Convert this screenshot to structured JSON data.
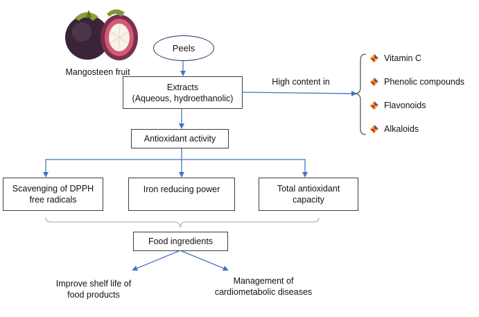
{
  "fruit": {
    "label": "Mangosteen fruit"
  },
  "nodes": {
    "peels": "Peels",
    "extracts_line1": "Extracts",
    "extracts_line2": "(Aqueous, hydroethanolic)",
    "high_content": "High content in",
    "antioxidant": "Antioxidant activity",
    "dpph_line1": "Scavenging of DPPH",
    "dpph_line2": "free radicals",
    "iron": "Iron reducing power",
    "tac_line1": "Total antioxidant",
    "tac_line2": "capacity",
    "food": "Food ingredients",
    "shelf_line1": "Improve shelf life of",
    "shelf_line2": "food products",
    "mgmt_line1": "Management of",
    "mgmt_line2": "cardiometabolic diseases"
  },
  "compounds": [
    "Vitamin C",
    "Phenolic compounds",
    "Flavonoids",
    "Alkaloids"
  ],
  "colors": {
    "arrow": "#4472c4",
    "box_border": "#3c3c3c",
    "ellipse_border": "#1f3864",
    "brace": "#a6a6a6"
  }
}
